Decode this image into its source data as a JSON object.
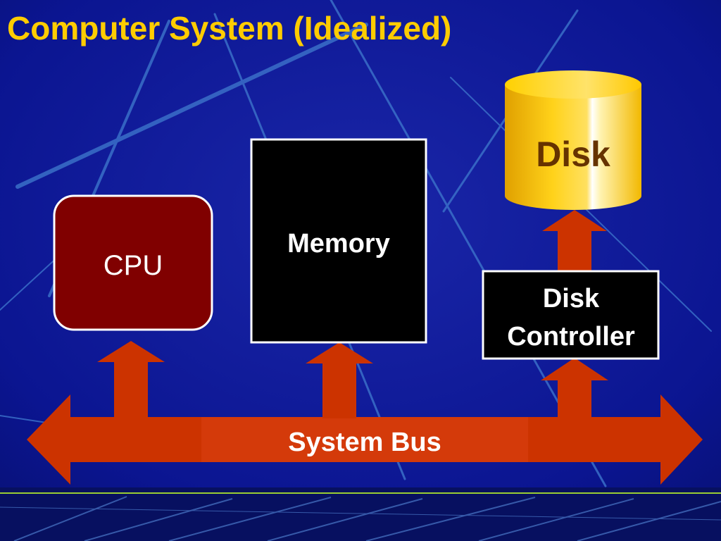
{
  "slide": {
    "title": "Computer System (Idealized)"
  },
  "diagram": {
    "cpu_label": "CPU",
    "memory_label": "Memory",
    "disk_label": "Disk",
    "controller_line1": "Disk",
    "controller_line2": "Controller",
    "bus_label": "System Bus"
  },
  "colors": {
    "background": "#0B1591",
    "title": "#FFCC00",
    "arrow": "#CC3300",
    "cpu_box": "#800000",
    "disk_text": "#663300",
    "disk_body": "#FFCC00"
  }
}
